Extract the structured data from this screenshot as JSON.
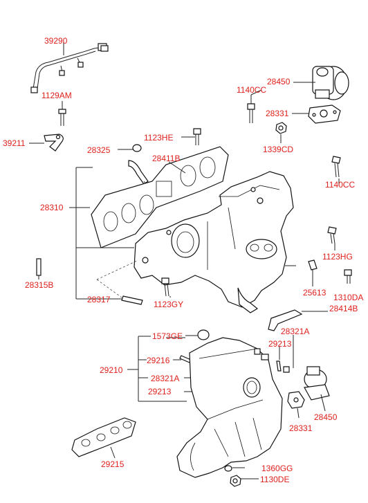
{
  "diagram": {
    "labels": [
      {
        "id": "39290",
        "text": "39290"
      },
      {
        "id": "1129AM",
        "text": "1129AM"
      },
      {
        "id": "39211",
        "text": "39211"
      },
      {
        "id": "28450-top",
        "text": "28450"
      },
      {
        "id": "1140CC-top",
        "text": "1140CC"
      },
      {
        "id": "28331-top",
        "text": "28331"
      },
      {
        "id": "1339CD",
        "text": "1339CD"
      },
      {
        "id": "1123HE",
        "text": "1123HE"
      },
      {
        "id": "28325",
        "text": "28325"
      },
      {
        "id": "28411B",
        "text": "28411B"
      },
      {
        "id": "1140CC-right",
        "text": "1140CC"
      },
      {
        "id": "28310",
        "text": "28310"
      },
      {
        "id": "1123HG",
        "text": "1123HG"
      },
      {
        "id": "28315B",
        "text": "28315B"
      },
      {
        "id": "25613",
        "text": "25613"
      },
      {
        "id": "1310DA",
        "text": "1310DA"
      },
      {
        "id": "28317",
        "text": "28317"
      },
      {
        "id": "1123GY",
        "text": "1123GY"
      },
      {
        "id": "28414B",
        "text": "28414B"
      },
      {
        "id": "28321A-right",
        "text": "28321A"
      },
      {
        "id": "1573GE",
        "text": "1573GE"
      },
      {
        "id": "29213-right",
        "text": "29213"
      },
      {
        "id": "29210",
        "text": "29210"
      },
      {
        "id": "29216",
        "text": "29216"
      },
      {
        "id": "28321A-left",
        "text": "28321A"
      },
      {
        "id": "29213-left",
        "text": "29213"
      },
      {
        "id": "28450-bottom",
        "text": "28450"
      },
      {
        "id": "28331-bottom",
        "text": "28331"
      },
      {
        "id": "29215",
        "text": "29215"
      },
      {
        "id": "1360GG",
        "text": "1360GG"
      },
      {
        "id": "1130DE",
        "text": "1130DE"
      }
    ]
  },
  "colors": {
    "label": "#e0201c",
    "line": "#222222",
    "background": "#ffffff"
  }
}
